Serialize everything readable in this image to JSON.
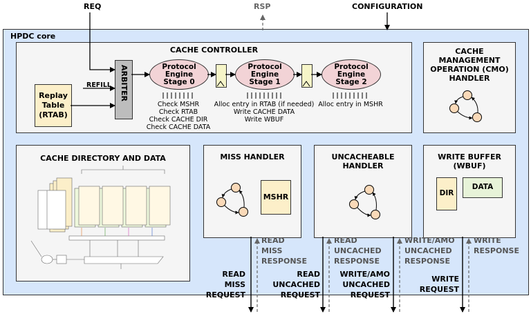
{
  "top": {
    "req": "REQ",
    "rsp": "RSP",
    "configuration": "CONFIGURATION"
  },
  "core_label": "HPDC core",
  "controller": {
    "title": "CACHE CONTROLLER",
    "replay_table": "Replay\nTable\n(RTAB)",
    "refill": "REFILL",
    "arbiter": "ARBITER",
    "stages": [
      "Protocol\nEngine\nStage 0",
      "Protocol\nEngine\nStage 1",
      "Protocol\nEngine\nStage 2"
    ],
    "stage_notes": [
      "Check MSHR\nCheck RTAB\nCheck CACHE DIR\nCheck CACHE DATA",
      "Alloc entry in RTAB (if needed)\nWrite CACHE DATA\nWrite WBUF",
      "Alloc entry in MSHR"
    ]
  },
  "cmo": {
    "title": "CACHE\nMANAGEMENT\nOPERATION (CMO)\nHANDLER"
  },
  "directory": {
    "title": "CACHE DIRECTORY AND DATA"
  },
  "miss": {
    "title": "MISS HANDLER",
    "mshr": "MSHR"
  },
  "uncacheable": {
    "title": "UNCACHEABLE\nHANDLER"
  },
  "wbuf": {
    "title": "WRITE BUFFER\n(WBUF)",
    "dir": "DIR",
    "data": "DATA"
  },
  "responses": [
    "READ\nMISS\nRESPONSE",
    "READ\nUNCACHED\nRESPONSE",
    "WRITE/AMO\nUNCACHED\nRESPONSE",
    "WRITE\nRESPONSE"
  ],
  "requests": [
    "READ\nMISS\nREQUEST",
    "READ\nUNCACHED\nREQUEST",
    "WRITE/AMO\nUNCACHED\nREQUEST",
    "WRITE\nREQUEST"
  ],
  "colors": {
    "core_bg": "#d6e6fb",
    "engine": "#f2d3d6",
    "table": "#fcefc9",
    "arbiter": "#bdbdbd",
    "register": "#f6f5c8",
    "node": "#fad9b8",
    "data": "#e7f3d8"
  }
}
